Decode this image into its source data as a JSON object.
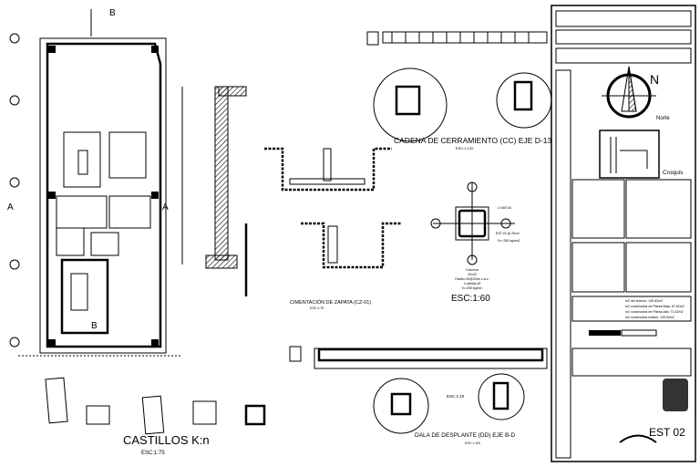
{
  "plan": {
    "section_mark_b": "B",
    "section_mark_a": "A",
    "section_mark_b2": "B"
  },
  "details": {
    "zapata_title": "CIMENTACIÓN DE ZAPATA (CZ-01)",
    "zapata_scale": "ESC:1:75",
    "cadena_title": "CADENA DE CERRAMIENTO (CC) EJE D-13",
    "cadena_scale": "ESC:1:120",
    "columna_lines": [
      "Columna",
      "20x20",
      "Estribo #3@20cm c.a.c.",
      "4 varillas #3",
      "f'c=250 kg/cm²"
    ],
    "columna_labels": [
      "4 VAR.#3",
      "EST #3 @ 20cm",
      "f'c= 250 kg/cm2"
    ],
    "columna_scale": "ESC:1:60",
    "castillos_title": "CASTILLOS K:n",
    "castillos_scale": "ESC:1:75",
    "dala_title": "DALA DE DESPLANTE (DD) EJE B-D",
    "dala_scale": "ESC:1:100",
    "dala_detail_scale": "ESC:1:10"
  },
  "title_block": {
    "north_letter": "N",
    "north_label": "Norte",
    "croquis_label": "Croquis",
    "superficies": [
      "m2 del terreno: 145.62m2",
      "m2 construidos de Planta Baja: 67.82m2",
      "m2 construidos de Planta Alta: 71.42m2",
      "m2 construidos totales: 139.54m2"
    ],
    "sheet_code": "EST 02"
  }
}
